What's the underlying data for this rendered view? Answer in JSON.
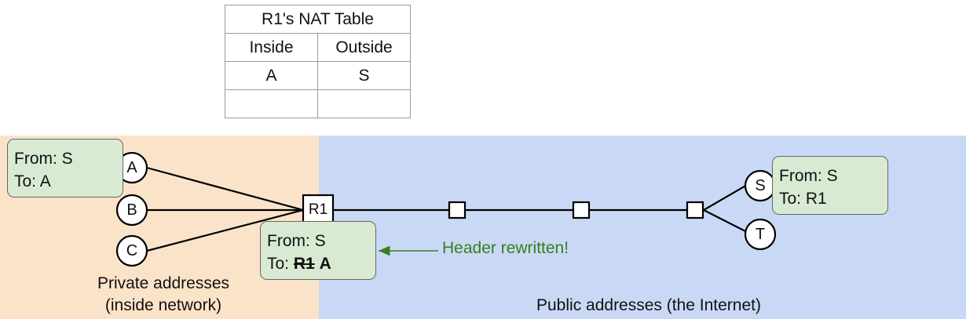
{
  "nat_table": {
    "title": "R1's NAT Table",
    "headers": [
      "Inside",
      "Outside"
    ],
    "rows": [
      [
        "A",
        "S"
      ],
      [
        "",
        ""
      ]
    ]
  },
  "nodes": {
    "A": "A",
    "B": "B",
    "C": "C",
    "S": "S",
    "T": "T",
    "R1": "R1"
  },
  "packets": {
    "private_side": {
      "from": "From: S",
      "to": "To: A"
    },
    "public_side": {
      "from": "From: S",
      "to": "To: R1"
    },
    "rewritten": {
      "from": "From: S",
      "to_prefix": "To: ",
      "old_dest": "R1",
      "new_dest": "A"
    }
  },
  "annotation": "Header rewritten!",
  "regions": {
    "private_label_line1": "Private addresses",
    "private_label_line2": "(inside network)",
    "public_label": "Public addresses (the Internet)"
  },
  "colors": {
    "private_region": "#fbe3c9",
    "public_region": "#c9d9f5",
    "packet_fill": "#d9ead3",
    "annotation": "#3a7d1f"
  }
}
